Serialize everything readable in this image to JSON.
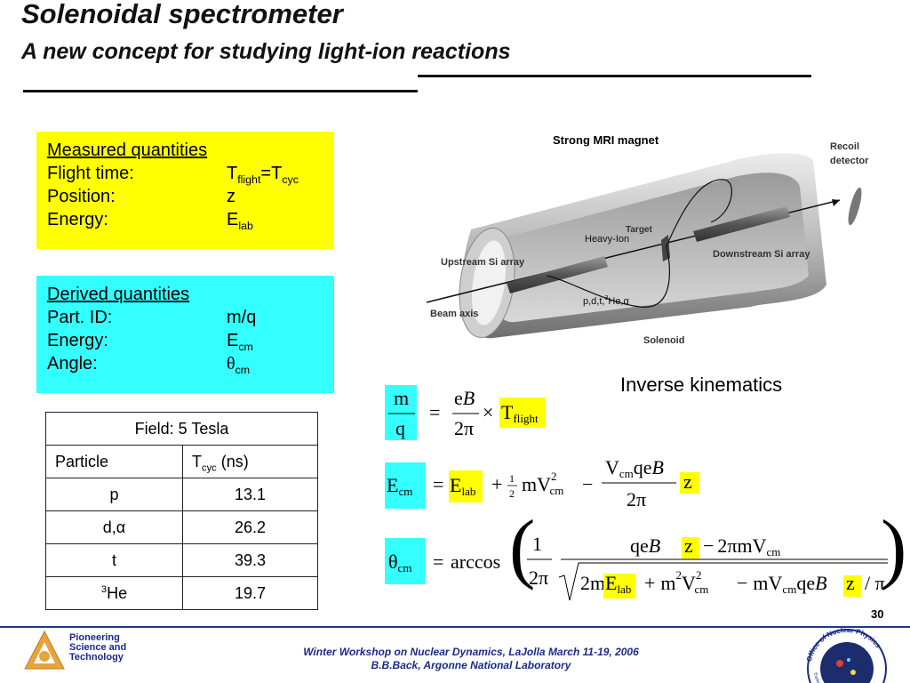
{
  "title": "Solenoidal spectrometer",
  "subtitle": "A new concept for studying light-ion reactions",
  "measured": {
    "heading": "Measured quantities",
    "rows": [
      {
        "label": "Flight time:",
        "symbol": "T",
        "sub": "flight",
        "eq": "=T",
        "sub2": "cyc"
      },
      {
        "label": "Position:",
        "symbol": "z"
      },
      {
        "label": "Energy:",
        "symbol": "E",
        "sub": "lab"
      }
    ]
  },
  "derived": {
    "heading": "Derived quantities",
    "rows": [
      {
        "label": "Part. ID:",
        "symbol": "m/q"
      },
      {
        "label": "Energy:",
        "symbol": "E",
        "sub": "cm"
      },
      {
        "label": "Angle:",
        "symbol": "θ",
        "sub": "cm"
      }
    ]
  },
  "table": {
    "header": "Field: 5 Tesla",
    "col1": "Particle",
    "col2_main": "T",
    "col2_sub": "cyc",
    "col2_unit": " (ns)",
    "rows": [
      {
        "particle": "p",
        "value": "13.1"
      },
      {
        "particle": "d,α",
        "value": "26.2"
      },
      {
        "particle": "t",
        "value": "39.3"
      },
      {
        "particle_sup": "3",
        "particle": "He",
        "value": "19.7"
      }
    ]
  },
  "diagram": {
    "magnet_label": "Strong MRI magnet",
    "recoil_label_1": "Recoil",
    "recoil_label_2": "detector",
    "target_label": "Target",
    "heavy_ion_label": "Heavy-Ion",
    "upstream_label": "Upstream Si array",
    "downstream_label": "Downstream Si array",
    "beam_label": "Beam axis",
    "particles_label_a": "p,d,t,",
    "particles_label_sup": "3",
    "particles_label_b": "He,α",
    "solenoid_label": "Solenoid"
  },
  "inverse_label": "Inverse kinematics",
  "equations": {
    "m": "m",
    "q": "q",
    "e": "e",
    "B": "B",
    "two_pi": "2π",
    "times": "×",
    "T": "T",
    "flight": "flight",
    "eq": "=",
    "E": "E",
    "cm": "cm",
    "lab": "lab",
    "plus": "+",
    "minus": "−",
    "one": "1",
    "two": "2",
    "mV": "mV",
    "V": "V",
    "qe": "qe",
    "z": "z",
    "theta": "θ",
    "arccos": "arccos",
    "two_pi_mV": "2πmV",
    "two_m": "2m",
    "mV_cm": "mV",
    "slash_pi": "/ π",
    "sq": "2"
  },
  "page_number": "30",
  "footer": {
    "line1": "Winter Workshop on Nuclear Dynamics, LaJolla  March 11-19, 2006",
    "line2": "B.B.Back, Argonne National Laboratory"
  },
  "logo_left": [
    "Pioneering",
    "Science and",
    "Technology"
  ],
  "logo_right": {
    "top": "Office of Nuclear Physics",
    "bottom": "Exploring Nuclear Matter - Quarks to Stars"
  },
  "colors": {
    "yellow": "#ffff00",
    "cyan": "#33ffff",
    "footer_blue": "#1b2a88"
  }
}
